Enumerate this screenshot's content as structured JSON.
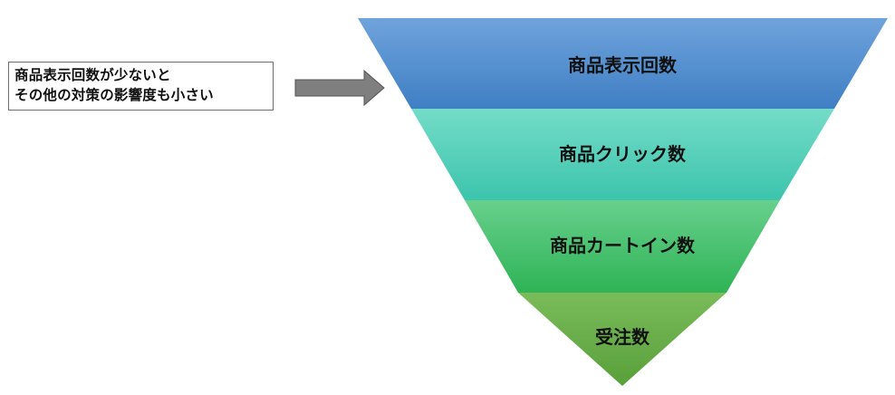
{
  "callout": {
    "line1": "商品表示回数が少ないと",
    "line2": "その他の対策の影響度も小さい"
  },
  "funnel": {
    "stages": [
      {
        "label": "商品表示回数",
        "color_top": "#6fa3dc",
        "color_bottom": "#3f7fc4"
      },
      {
        "label": "商品クリック数",
        "color_top": "#74dcc8",
        "color_bottom": "#3cc4ac"
      },
      {
        "label": "商品カートイン数",
        "color_top": "#67d08c",
        "color_bottom": "#2fb356"
      },
      {
        "label": "受注数",
        "color_top": "#7abb5a",
        "color_bottom": "#58a03a"
      }
    ]
  },
  "arrow": {
    "color": "#7f7f7f",
    "outline": "#555555"
  }
}
